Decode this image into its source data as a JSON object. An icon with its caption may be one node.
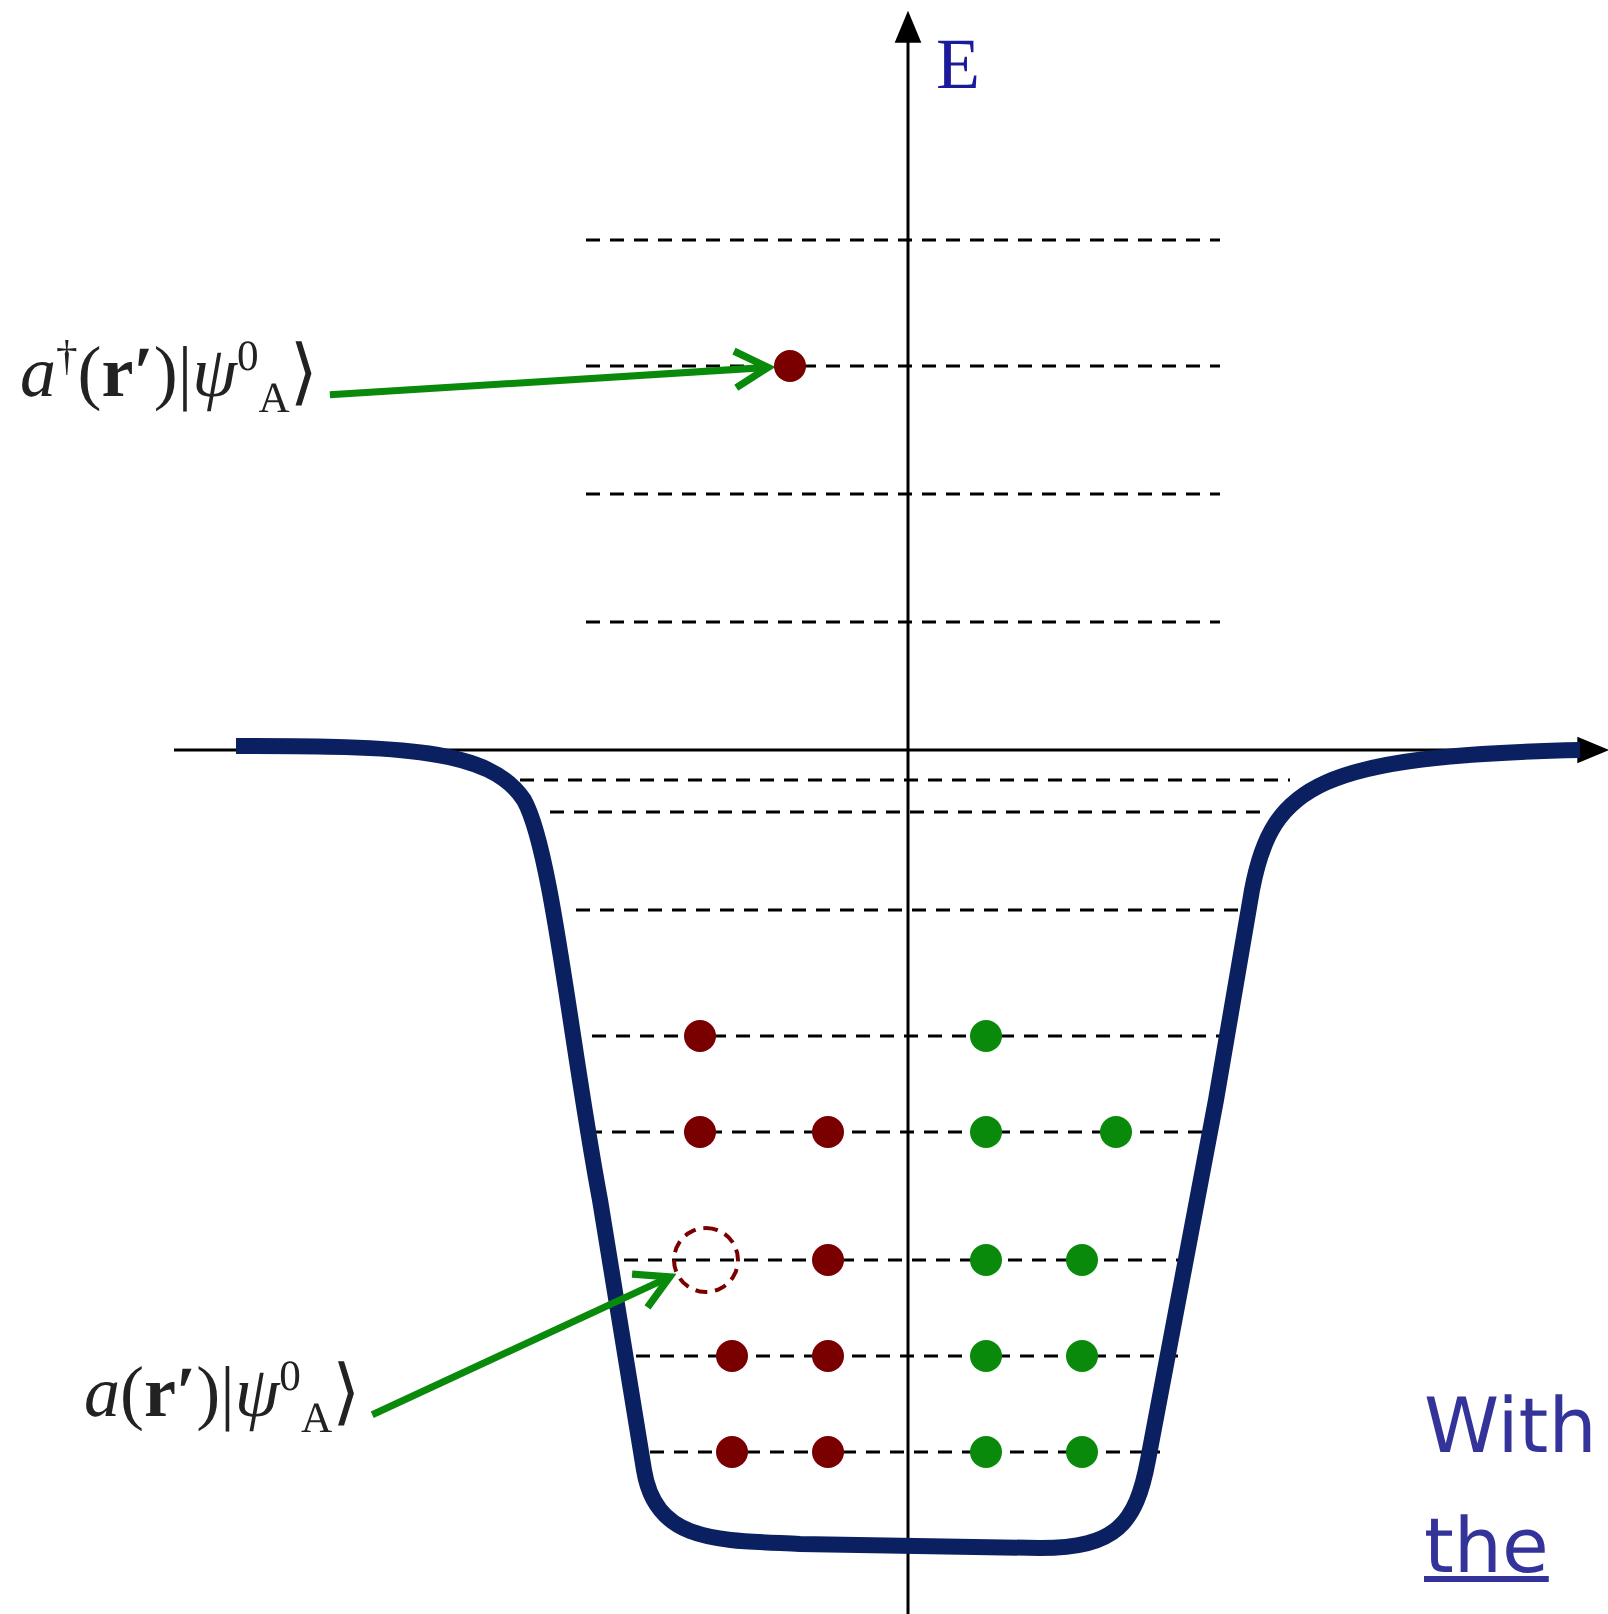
{
  "diagram": {
    "nodes": [
      {
        "text": [
          "*a*$^{†}$(**r′**)|*ψ*$^{0}$$_{A}$⟩"
        ]
      },
      {
        "text": [],
        "shape": "circle"
      },
      {
        "text": [
          "*a*(**r′**)|*ψ*$^{0}$$_{A}$⟩"
        ]
      },
      {
        "text": [],
        "shape": "circle"
      }
    ],
    "edges": [
      {
        "from": 0,
        "to": 1,
        "arrow": "to"
      },
      {
        "from": 2,
        "to": 3,
        "arrow": "to"
      }
    ],
    "labels": [
      "E",
      "With",
      "the"
    ]
  }
}
